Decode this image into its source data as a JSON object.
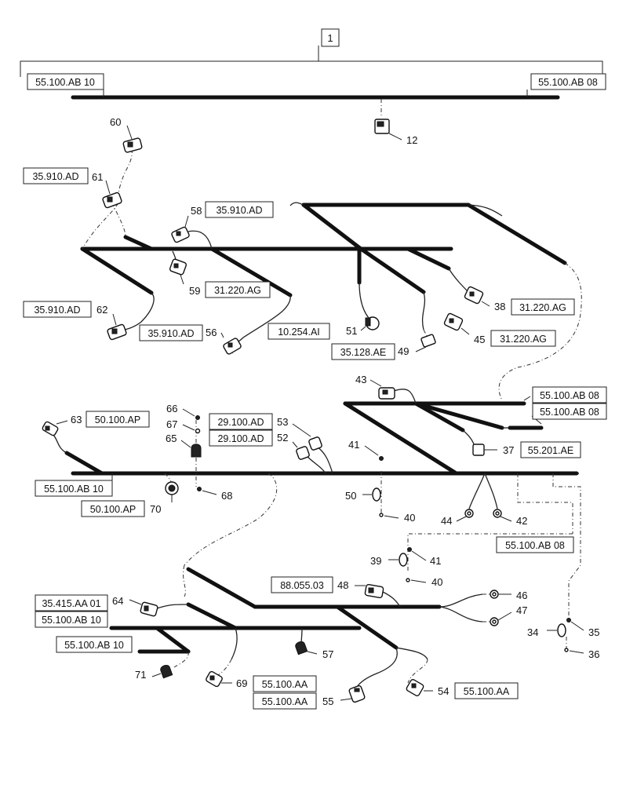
{
  "item_number": "1",
  "refs": {
    "r_top_left": "55.100.AB 10",
    "r_top_right": "55.100.AB 08",
    "r_61": "35.910.AD",
    "r_58": "35.910.AD",
    "r_59": "31.220.AG",
    "r_62": "35.910.AD",
    "r_56": "35.910.AD",
    "r_51": "10.254.AI",
    "r_49": "35.128.AE",
    "r_38": "31.220.AG",
    "r_45": "31.220.AG",
    "r_ab08_a": "55.100.AB 08",
    "r_ab08_b": "55.100.AB 08",
    "r_37": "55.201.AE",
    "r_63": "50.100.AP",
    "r_66": "29.100.AD",
    "r_53": "29.100.AD",
    "r_mid_left": "55.100.AB 10",
    "r_70": "50.100.AP",
    "r_mid_right": "55.100.AB 08",
    "r_48": "88.055.03",
    "r_64": "35.415.AA 01",
    "r_low_left": "55.100.AB 10",
    "r_low_left2": "55.100.AB 10",
    "r_69a": "55.100.AA",
    "r_69b": "55.100.AA",
    "r_54": "55.100.AA"
  },
  "callouts": {
    "c12": "12",
    "c60": "60",
    "c61": "61",
    "c58": "58",
    "c59": "59",
    "c62": "62",
    "c56": "56",
    "c51": "51",
    "c49": "49",
    "c38": "38",
    "c45": "45",
    "c43": "43",
    "c37": "37",
    "c63": "63",
    "c66": "66",
    "c67": "67",
    "c65": "65",
    "c53": "53",
    "c52": "52",
    "c41a": "41",
    "c68": "68",
    "c50": "50",
    "c40a": "40",
    "c70": "70",
    "c44": "44",
    "c42": "42",
    "c39": "39",
    "c41b": "41",
    "c40b": "40",
    "c48": "48",
    "c46": "46",
    "c47": "47",
    "c64": "64",
    "c34": "34",
    "c35": "35",
    "c36": "36",
    "c57": "57",
    "c71": "71",
    "c69": "69",
    "c55": "55",
    "c54": "54"
  }
}
